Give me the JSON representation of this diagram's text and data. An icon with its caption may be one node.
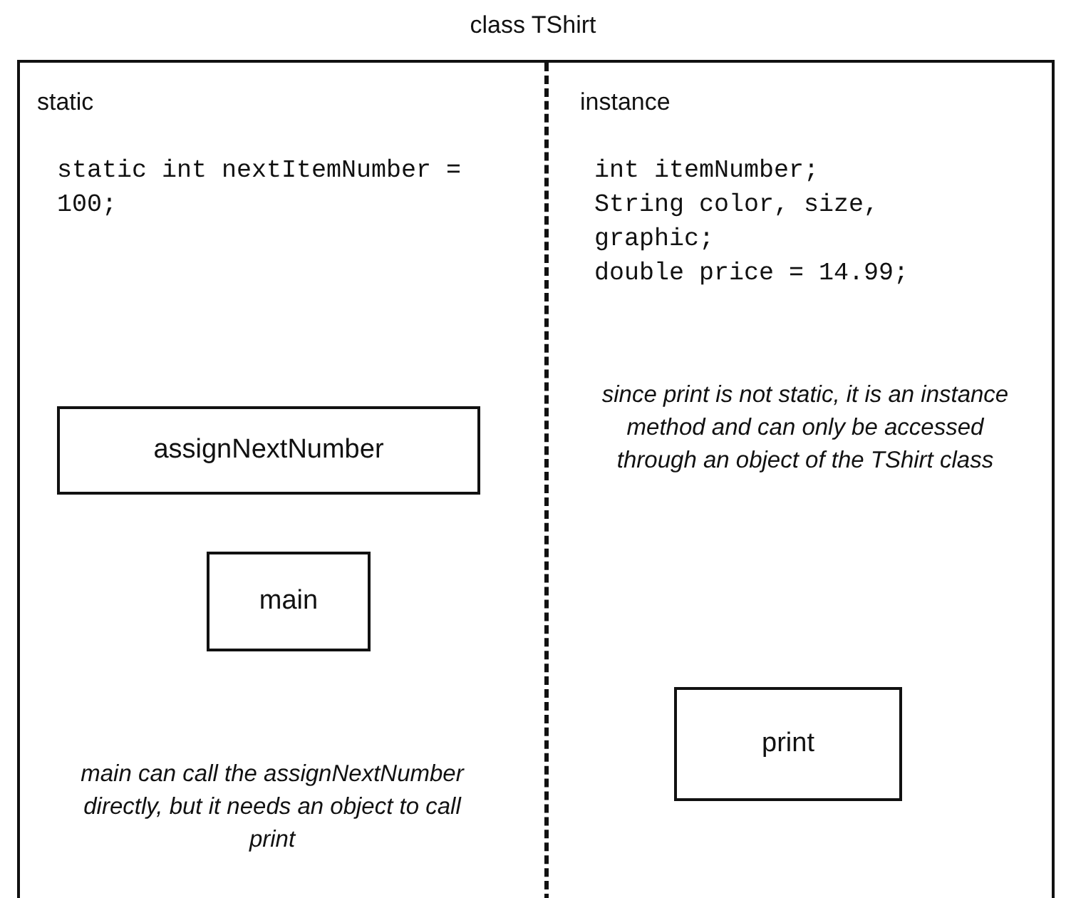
{
  "diagram": {
    "nodes": [
      {
        "text": [
          "class TShirt"
        ]
      },
      {
        "text": [
          "static"
        ],
        "in": 0
      },
      {
        "text": [
          "instance"
        ],
        "in": 0
      },
      {
        "text": [
          "assignNextNumber"
        ],
        "in": 1
      },
      {
        "text": [
          "main"
        ],
        "in": 1
      },
      {
        "text": [
          "print"
        ],
        "in": 2
      }
    ],
    "edges": [],
    "labels": [
      "static int nextItemNumber = 100;",
      "int itemNumber;",
      "String color, size, graphic;",
      "double price = 14.99;",
      "since print is not static, it is an instance method and can only be accessed through an object of the TShirt class",
      "main can call the assignNextNumber directly, but it needs an object to call print"
    ]
  }
}
